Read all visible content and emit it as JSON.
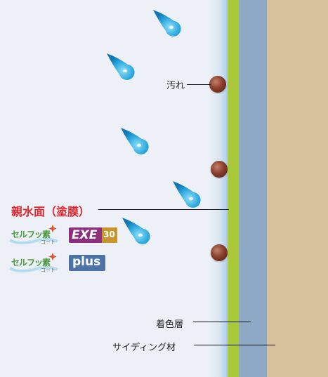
{
  "labels": {
    "dirt": "汚れ",
    "hydrophilic": "親水面（塗膜）",
    "color_layer": "着色層",
    "siding": "サイディング材"
  },
  "logos": {
    "exe": {
      "brand": "セルフッ素",
      "sub": "コート",
      "product": "EXE",
      "number": "30"
    },
    "plus": {
      "brand": "セルフッ素",
      "sub": "コート",
      "product": "plus"
    }
  },
  "colors": {
    "film": "#a9c93a",
    "color_layer": "#8ea9c6",
    "siding": "#d7c19b",
    "accent": "#e0252e",
    "exe_badge": "#8d2f7c",
    "exe_number": "#c6962d",
    "plus_badge": "#4d72a8"
  }
}
